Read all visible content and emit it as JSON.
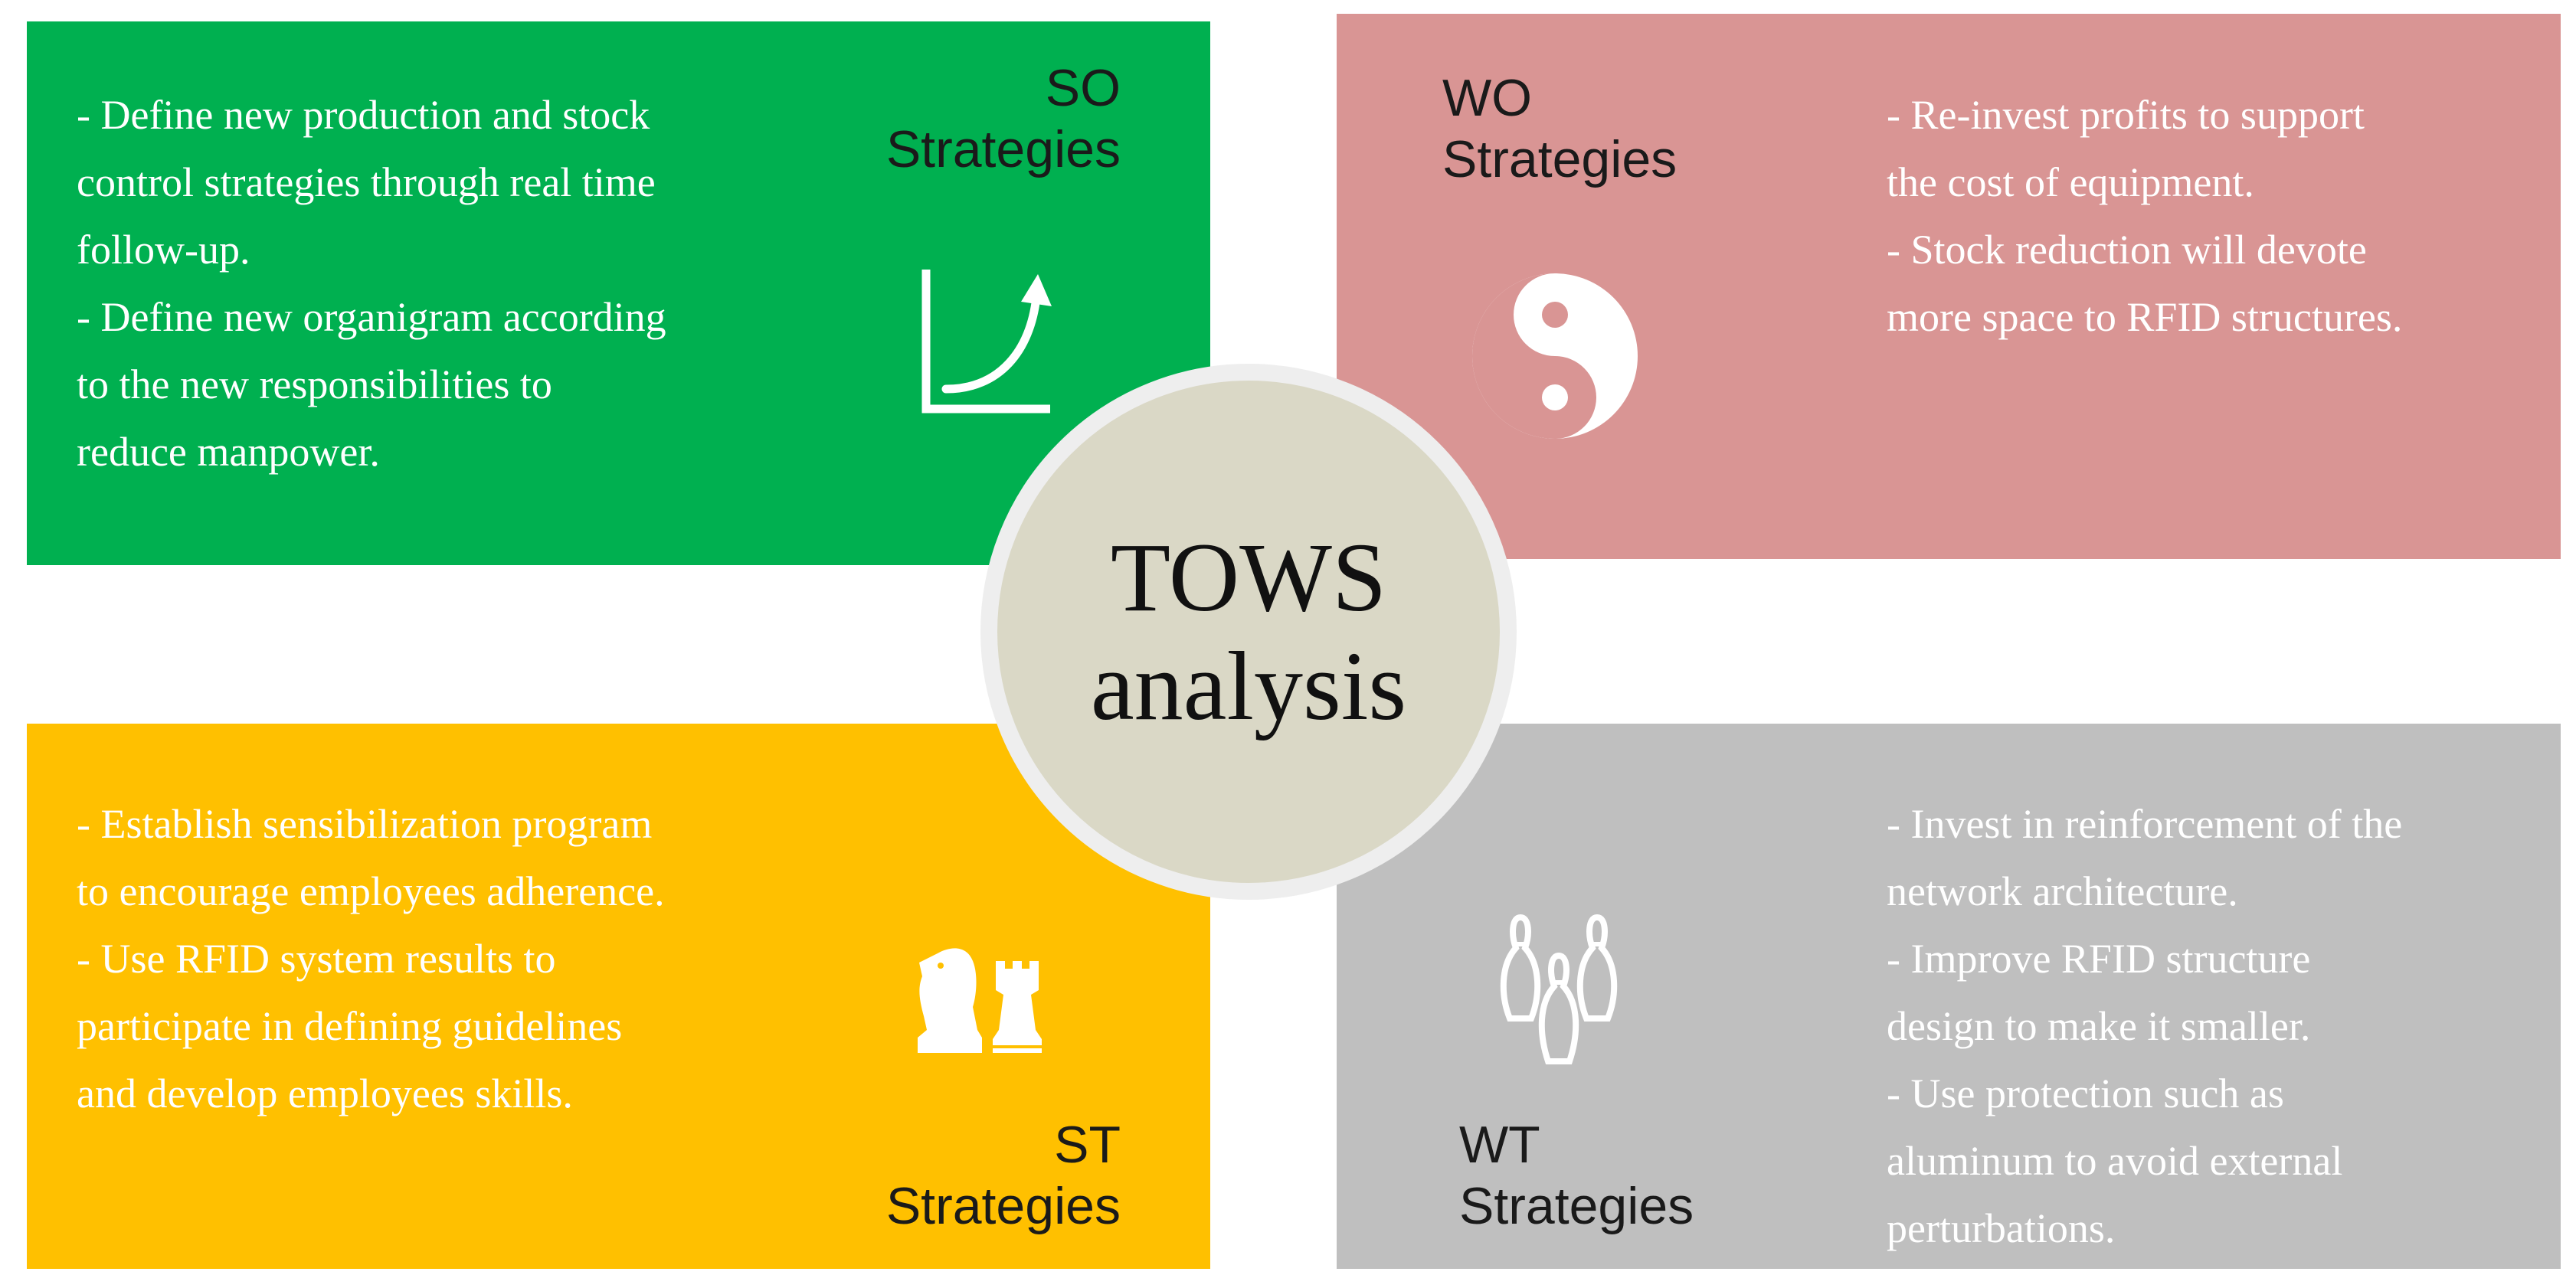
{
  "colors": {
    "so_panel": "#00b050",
    "wo_panel": "#d99594",
    "st_panel": "#ffc000",
    "wt_panel": "#bfbfbf",
    "center_circle": "#dad8c6",
    "circle_ring": "#eeeeee",
    "body_text": "#ffffff",
    "title_text": "#1a1a1a"
  },
  "center": {
    "line1": "TOWS",
    "line2": "analysis"
  },
  "so": {
    "title_line1": "SO",
    "title_line2": "Strategies",
    "icon": "growth-chart-icon",
    "lines": [
      "- Define new production and stock",
      "control strategies through real time",
      "follow-up.",
      "- Define new organigram according",
      "to the new responsibilities to",
      "reduce manpower."
    ]
  },
  "wo": {
    "title_line1": "WO",
    "title_line2": "Strategies",
    "icon": "yin-yang-icon",
    "lines": [
      "- Re-invest profits to support",
      "the cost of equipment.",
      "- Stock reduction will devote",
      "more space to RFID structures."
    ]
  },
  "st": {
    "title_line1": "ST",
    "title_line2": "Strategies",
    "icon": "chess-pieces-icon",
    "lines": [
      "- Establish sensibilization program",
      "to encourage employees adherence.",
      "- Use RFID system results to",
      "participate in defining guidelines",
      "and develop employees skills."
    ]
  },
  "wt": {
    "title_line1": "WT",
    "title_line2": "Strategies",
    "icon": "bowling-pins-icon",
    "lines": [
      "- Invest in reinforcement of the",
      "network architecture.",
      "- Improve RFID structure",
      "design to make it smaller.",
      "- Use protection such as",
      "aluminum to avoid external",
      "perturbations."
    ]
  }
}
